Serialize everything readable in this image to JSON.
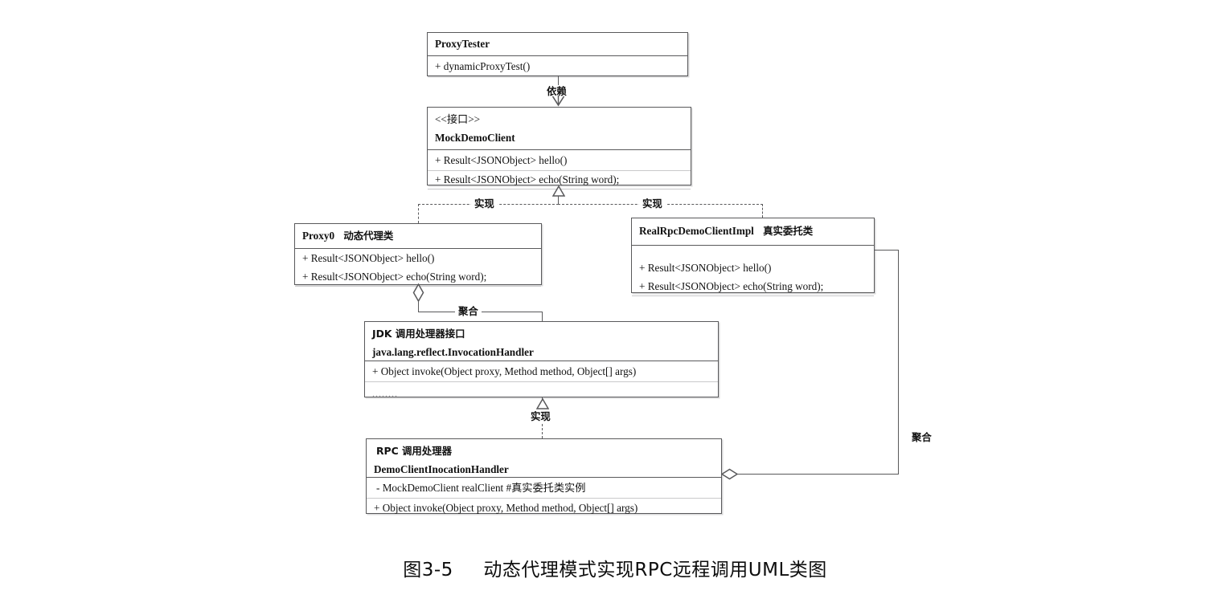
{
  "figure": {
    "caption_number": "图3-5",
    "caption_text": "动态代理模式实现RPC远程调用UML类图"
  },
  "palette": {
    "line": "#59595b",
    "shadow": "#d9d9da",
    "separator": "#c9c9cb",
    "text": "#111111",
    "background": "#ffffff"
  },
  "classes": {
    "proxy_tester": {
      "name": "ProxyTester",
      "methods": [
        "+ dynamicProxyTest()"
      ]
    },
    "mock_demo_client": {
      "stereotype": "<<接口>>",
      "name": "MockDemoClient",
      "methods": [
        "+ Result<JSONObject> hello()",
        "+ Result<JSONObject> echo(String word);"
      ]
    },
    "proxy0": {
      "name": "Proxy0",
      "note": "动态代理类",
      "methods": [
        "+ Result<JSONObject> hello()",
        "+ Result<JSONObject> echo(String word);"
      ]
    },
    "real_impl": {
      "name": "RealRpcDemoClientImpl",
      "note": "真实委托类",
      "methods": [
        "+ Result<JSONObject> hello()",
        "+ Result<JSONObject> echo(String word);"
      ]
    },
    "invocation_handler": {
      "note": "JDK 调用处理器接口",
      "name": "java.lang.reflect.InvocationHandler",
      "methods": [
        "+  Object invoke(Object proxy, Method method, Object[] args)",
        "........"
      ]
    },
    "demo_handler": {
      "note": "RPC 调用处理器",
      "name": "DemoClientInocationHandler",
      "fields": [
        "-   MockDemoClient  realClient     #真实委托类实例"
      ],
      "methods": [
        "+  Object invoke(Object proxy, Method method, Object[] args)"
      ]
    }
  },
  "relations": {
    "dependency": "依赖",
    "realize_proxy0": "实现",
    "realize_real_impl": "实现",
    "realize_handler": "实现",
    "aggregation_proxy0_handler": "聚合",
    "aggregation_real_handler": "聚合"
  }
}
